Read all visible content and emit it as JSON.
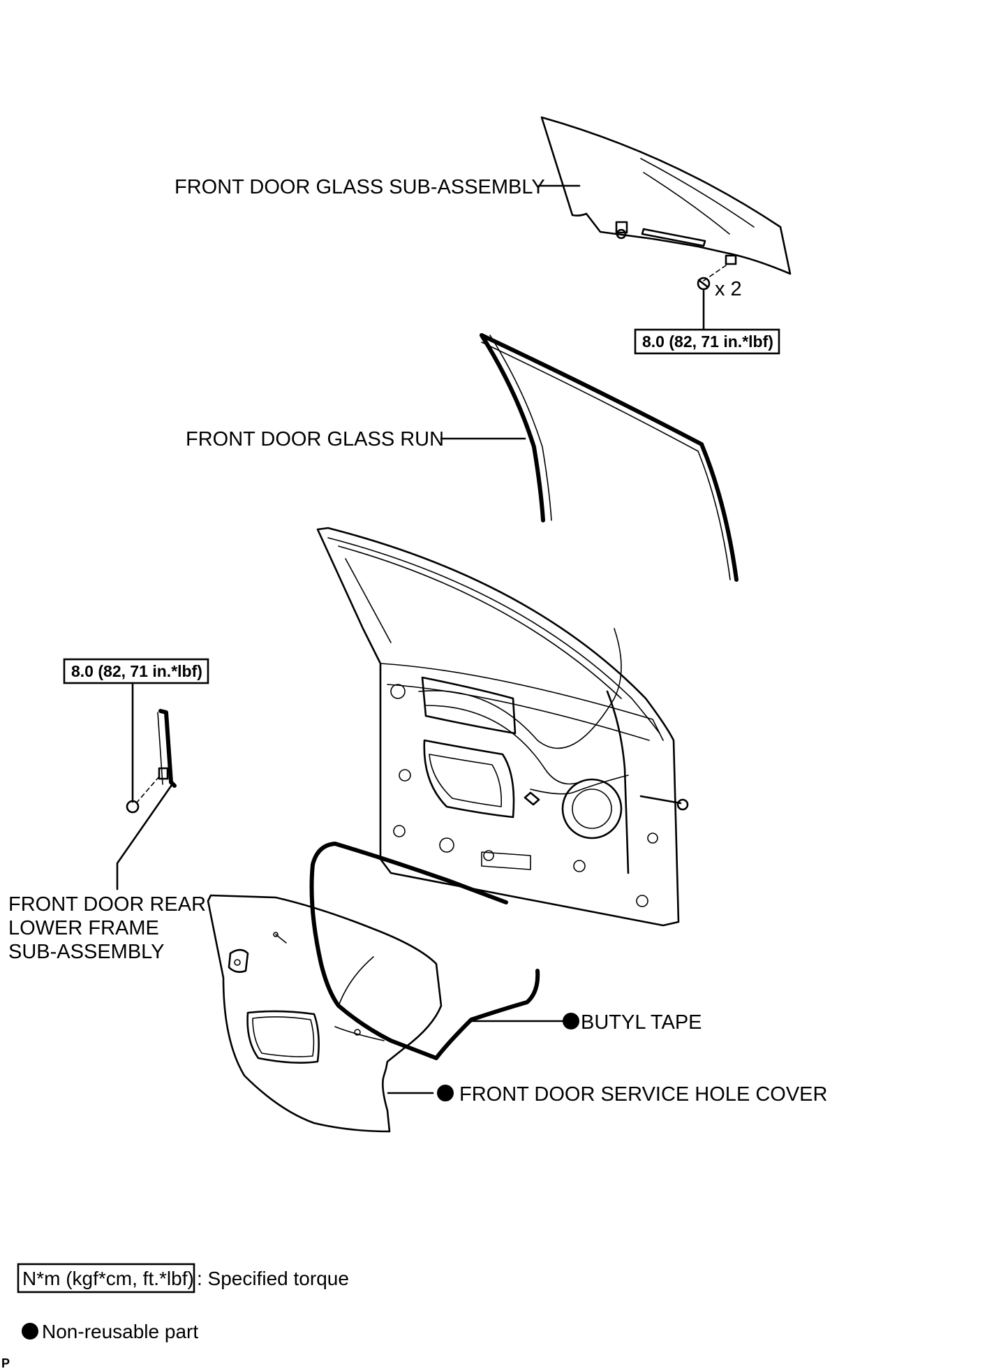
{
  "labels": {
    "glass_sub_assembly": "FRONT DOOR GLASS SUB-ASSEMBLY",
    "glass_run": "FRONT DOOR GLASS RUN",
    "rear_lower_frame_line1": "FRONT DOOR REAR",
    "rear_lower_frame_line2": "LOWER FRAME",
    "rear_lower_frame_line3": "SUB-ASSEMBLY",
    "butyl_tape": "BUTYL TAPE",
    "service_hole_cover": "FRONT DOOR SERVICE HOLE COVER",
    "bolt_quantity": "x 2"
  },
  "torque_specs": {
    "glass_bolts": "8.0 (82, 71 in.*lbf)",
    "rear_lower_frame_bolt": "8.0 (82, 71 in.*lbf)"
  },
  "legend": {
    "torque_box": "N*m (kgf*cm, ft.*lbf)",
    "torque_text": ": Specified torque",
    "non_reusable_text": "Non-reusable part"
  },
  "corner_mark": "P",
  "colors": {
    "ink": "#000000",
    "background": "#ffffff"
  }
}
